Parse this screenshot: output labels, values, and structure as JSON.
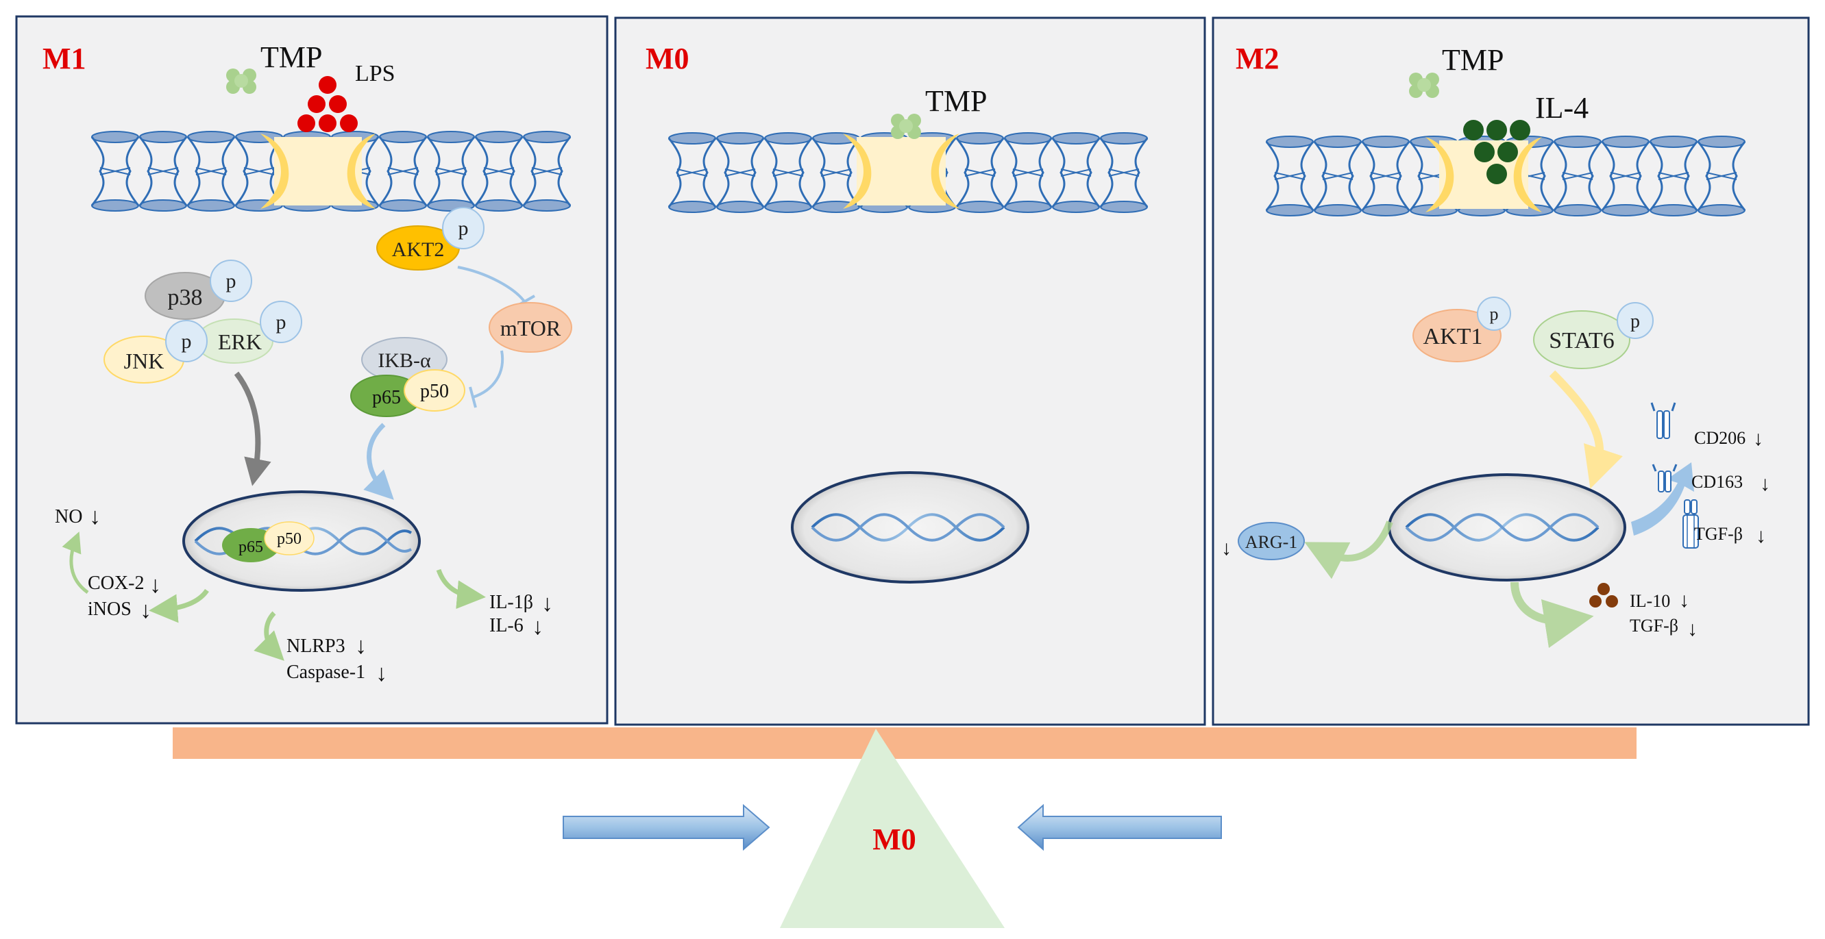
{
  "colors": {
    "panel_fill": "#f1f1f2",
    "panel_border": "#1f3864",
    "panel_title": "#e00000",
    "membrane_blue": "#2f6db5",
    "channel_yellow": "#ffd966",
    "channel_light": "#fff2cc",
    "tmp_green": "#a9d18e",
    "lps_red": "#e00000",
    "il4_green": "#1e5b20",
    "arrow_light_green": "#a9d18e",
    "arrow_light_blue": "#9dc3e6",
    "arrow_yellow": "#ffe699",
    "arrow_gray": "#7f7f7f",
    "beam_orange": "#f8b58a",
    "fulcrum_green": "#dcefd8",
    "pressure_arrow_blue": "#9dc3e6"
  },
  "panels": {
    "m1": {
      "title": "M1",
      "tmp": "TMP",
      "lps": "LPS",
      "akt2": "AKT2",
      "mtor": "mTOR",
      "p38": "p38",
      "jnk": "JNK",
      "erk": "ERK",
      "ikb": "IKB-α",
      "p65": "p65",
      "p50": "p50",
      "phospho": "p",
      "no": "NO",
      "cox2": "COX-2",
      "inos": "iNOS",
      "nlrp3": "NLRP3",
      "caspase1": "Caspase-1",
      "il1b": "IL-1β",
      "il6": "IL-6",
      "down": "↓"
    },
    "m0": {
      "title": "M0",
      "tmp": "TMP"
    },
    "m2": {
      "title": "M2",
      "tmp": "TMP",
      "il4": "IL-4",
      "akt1": "AKT1",
      "stat6": "STAT6",
      "phospho": "p",
      "arg1": "ARG-1",
      "cd206": "CD206",
      "cd163": "CD163",
      "tgfb_receptor": "TGF-β",
      "il10": "IL-10",
      "tgfb": "TGF-β",
      "down": "↓"
    }
  },
  "balance": {
    "fulcrum_label": "M0"
  }
}
